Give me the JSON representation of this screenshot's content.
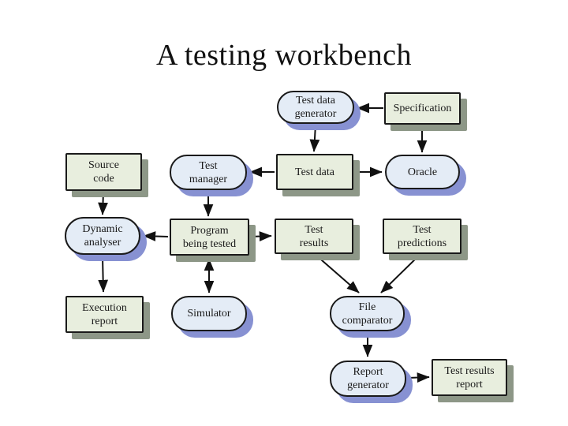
{
  "slide": {
    "title": "A testing workbench"
  },
  "colors": {
    "background": "#ffffff",
    "title_text": "#111111",
    "outline": "#1a1a1a",
    "arrow": "#111111",
    "tool_fill": "#e4ecf6",
    "tool_shadow": "#8791d2",
    "artifact_fill": "#e8eede",
    "artifact_shadow": "#8d9787"
  },
  "nodes": {
    "test_data_generator": {
      "label": "Test data\ngenerator",
      "shape": "rounded"
    },
    "specification": {
      "label": "Specification",
      "shape": "rectangle"
    },
    "source_code": {
      "label": "Source\ncode",
      "shape": "rectangle"
    },
    "test_manager": {
      "label": "Test\nmanager",
      "shape": "rounded"
    },
    "test_data": {
      "label": "Test data",
      "shape": "rectangle"
    },
    "oracle": {
      "label": "Oracle",
      "shape": "rounded"
    },
    "dynamic_analyser": {
      "label": "Dynamic\nanalyser",
      "shape": "rounded"
    },
    "program_being_tested": {
      "label": "Program\nbeing tested",
      "shape": "rectangle"
    },
    "test_results": {
      "label": "Test\nresults",
      "shape": "rectangle"
    },
    "test_predictions": {
      "label": "Test\npredictions",
      "shape": "rectangle"
    },
    "execution_report": {
      "label": "Execution\nreport",
      "shape": "rectangle"
    },
    "simulator": {
      "label": "Simulator",
      "shape": "rounded"
    },
    "file_comparator": {
      "label": "File\ncomparator",
      "shape": "rounded"
    },
    "report_generator": {
      "label": "Report\ngenerator",
      "shape": "rounded"
    },
    "test_results_report": {
      "label": "Test results\nreport",
      "shape": "rectangle"
    }
  },
  "edges": [
    {
      "from": "specification",
      "to": "test_data_generator"
    },
    {
      "from": "test_data_generator",
      "to": "test_data"
    },
    {
      "from": "specification",
      "to": "oracle"
    },
    {
      "from": "source_code",
      "to": "dynamic_analyser"
    },
    {
      "from": "test_data",
      "to": "test_manager"
    },
    {
      "from": "test_data",
      "to": "oracle"
    },
    {
      "from": "test_manager",
      "to": "program_being_tested"
    },
    {
      "from": "program_being_tested",
      "to": "dynamic_analyser"
    },
    {
      "from": "program_being_tested",
      "to": "test_results"
    },
    {
      "from": "dynamic_analyser",
      "to": "execution_report"
    },
    {
      "from": "program_being_tested",
      "to": "simulator",
      "bidirectional": true
    },
    {
      "from": "test_results",
      "to": "file_comparator"
    },
    {
      "from": "test_predictions",
      "to": "file_comparator"
    },
    {
      "from": "file_comparator",
      "to": "report_generator"
    },
    {
      "from": "report_generator",
      "to": "test_results_report"
    }
  ]
}
